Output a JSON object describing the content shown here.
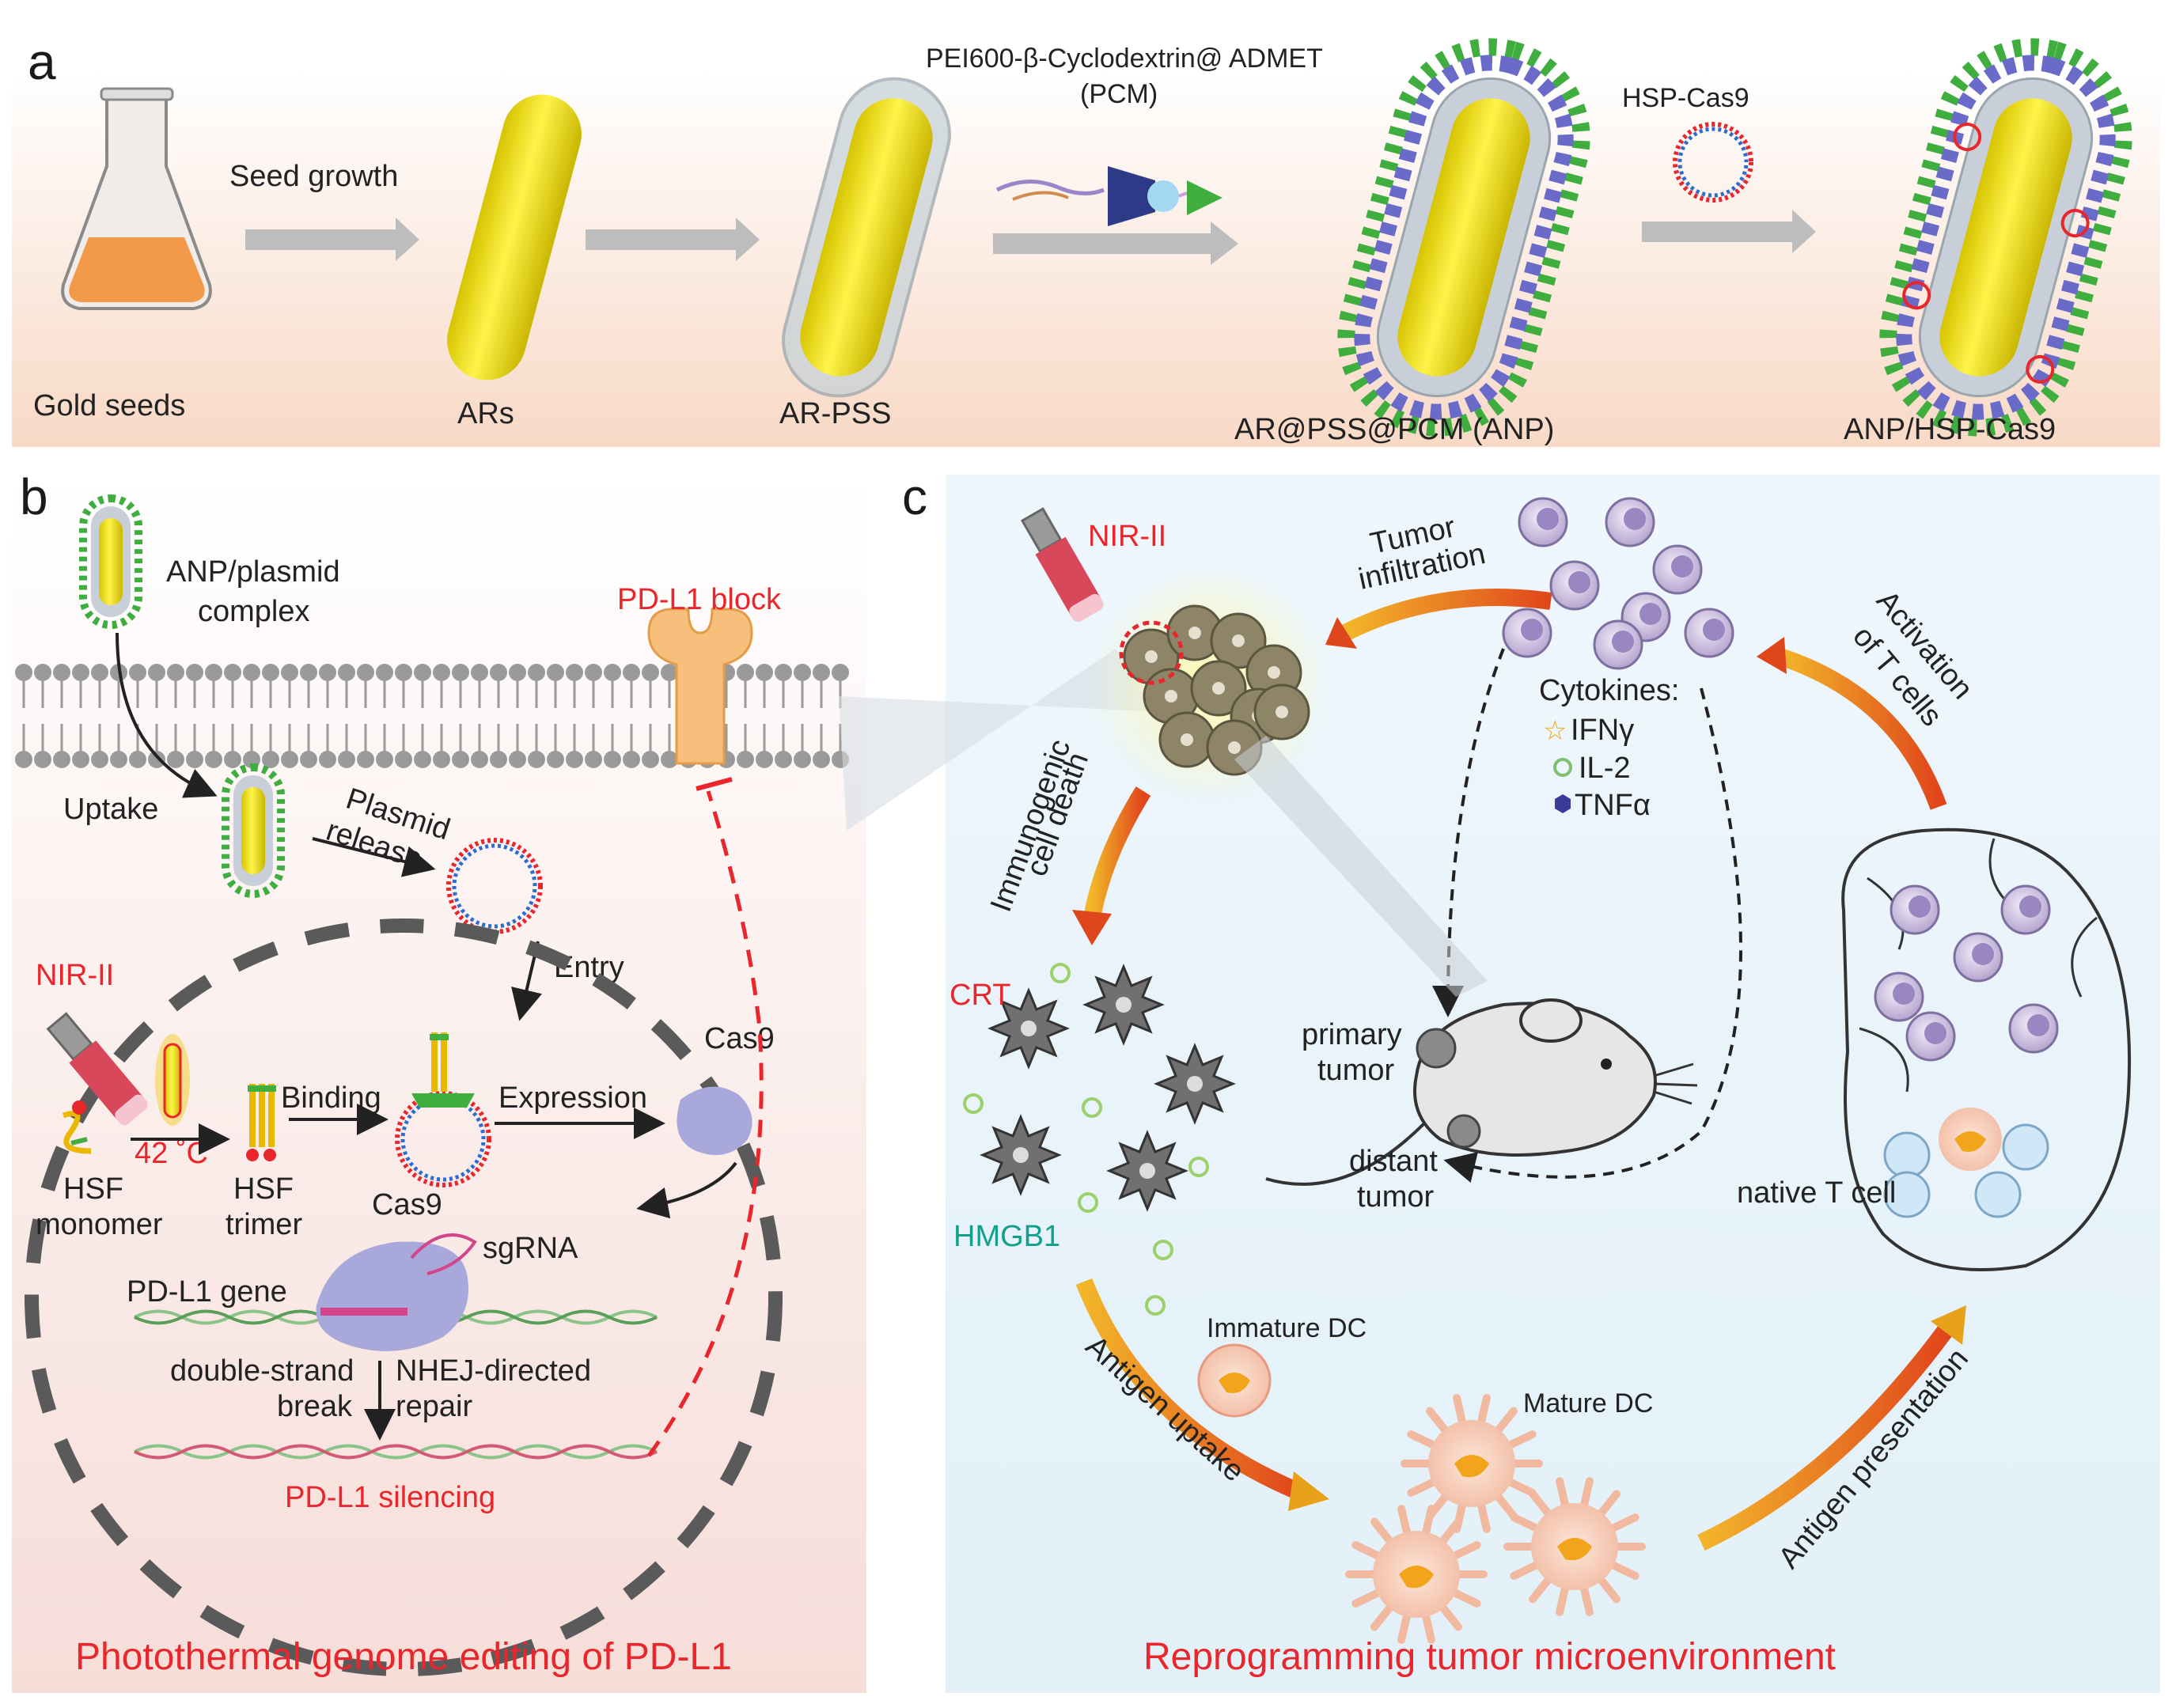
{
  "panel_a": {
    "letter": "a",
    "steps": [
      "Gold seeds",
      "ARs",
      "AR-PSS",
      "AR@PSS@PCM (ANP)",
      "ANP/HSP-Cas9"
    ],
    "arrow_labels": {
      "seed_growth": "Seed growth",
      "pcm_line1": "PEI600-β-Cyclodextrin@ ADMET",
      "pcm_line2": "(PCM)",
      "hsp_cas9": "HSP-Cas9"
    }
  },
  "panel_b": {
    "letter": "b",
    "complex_line1": "ANP/plasmid",
    "complex_line2": "complex",
    "pdl1_block": "PD-L1 block",
    "uptake": "Uptake",
    "plasmid": "Plasmid",
    "release": "release",
    "entry": "Entry",
    "nir": "NIR-II",
    "temp": "42 ˚C",
    "hsf_monomer_1": "HSF",
    "hsf_monomer_2": "monomer",
    "hsf_trimer_1": "HSF",
    "hsf_trimer_2": "trimer",
    "binding": "Binding",
    "expression": "Expression",
    "cas9_free": "Cas9",
    "cas9_bound": "Cas9",
    "sgrna": "sgRNA",
    "pdl1_gene": "PD-L1 gene",
    "dsb_1": "double-strand",
    "dsb_2": "break",
    "nhej_1": "NHEJ-directed",
    "nhej_2": "repair",
    "silencing": "PD-L1 silencing",
    "title": "Photothermal genome editing of PD-L1"
  },
  "panel_c": {
    "letter": "c",
    "nir": "NIR-II",
    "tumor_infiltration_1": "Tumor",
    "tumor_infiltration_2": "infiltration",
    "activation_1": "Activation",
    "activation_2": "of T cells",
    "icd_1": "Immunogenic",
    "icd_2": "cell death",
    "cytokines": "Cytokines:",
    "ifn": "IFNγ",
    "il2": "IL-2",
    "tnf": "TNFα",
    "crt": "CRT",
    "hmgb1": "HMGB1",
    "primary_1": "primary",
    "primary_2": "tumor",
    "distant_1": "distant",
    "distant_2": "tumor",
    "native_t": "native T cell",
    "immature_dc": "Immature DC",
    "mature_dc": "Mature DC",
    "antigen_uptake": "Antigen uptake",
    "antigen_presentation": "Antigen presentation",
    "title": "Reprogramming tumor microenvironment"
  },
  "colors": {
    "red_accent": "#e8262b",
    "teal_label": "#12a08c",
    "gold_rod": "#f2e300",
    "panel_a_bg": "#fbe4d6",
    "panel_b_bg": "#fbe9e6",
    "panel_c_bg": "#e7f3fa"
  }
}
